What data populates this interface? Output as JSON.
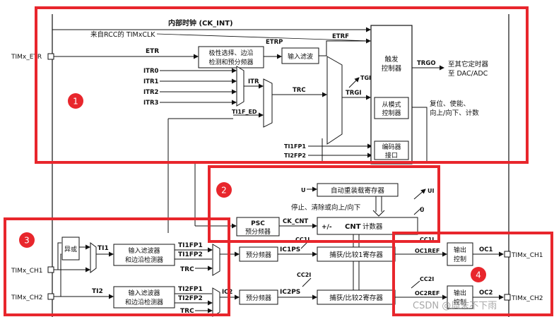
{
  "inputs": {
    "etr_pin": "TIMx_ETR",
    "ch1_pin": "TIMx_CH1",
    "ch2_pin": "TIMx_CH2"
  },
  "signals": {
    "internal_clock": "内部时钟 (CK_INT)",
    "rcc_clock": "来自RCC的 TIMxCLK",
    "etr": "ETR",
    "etrp": "ETRP",
    "etrf": "ETRF",
    "itr0": "ITR0",
    "itr1": "ITR1",
    "itr2": "ITR2",
    "itr3": "ITR3",
    "itr": "ITR",
    "trc": "TRC",
    "tgi": "TGI",
    "trgi": "TRGI",
    "ti1f_ed": "TI1F_ED",
    "ti1fp1_in": "TI1FP1",
    "ti2fp2_in": "TI2FP2",
    "trgo": "TRGO",
    "ck_cnt": "CK_CNT",
    "u_top": "U",
    "ui": "UI",
    "u_mid": "U",
    "cc1i_top": "CC1I",
    "cc1i_right": "CC1I",
    "cc2i": "CC2I",
    "ti1": "TI1",
    "ti2": "TI2",
    "ti1fp1": "TI1FP1",
    "ti1fp2": "TI1FP2",
    "trc_ch1": "TRC",
    "ti2fp1": "TI2FP1",
    "ti2fp2": "TI2FP2",
    "trc_ch2": "TRC",
    "ic1ps": "IC1PS",
    "ic2ps": "IC2PS",
    "ic2": "IC2",
    "oc1ref": "OC1REF",
    "oc2ref": "OC2REF",
    "oc1": "OC1",
    "oc2": "OC2",
    "out_ch1": "TIMx_CH1",
    "out_ch2": "TIMx_CH2"
  },
  "blocks": {
    "polarity": [
      "极性选择、边沿",
      "检测和预分频器"
    ],
    "input_filter": "输入滤波",
    "trigger_controller": [
      "触发",
      "控制器"
    ],
    "slave_controller": [
      "从模式",
      "控制器"
    ],
    "encoder": [
      "编码器",
      "接口"
    ],
    "auto_reload": "自动重装载寄存器",
    "stop_clear": "停止、清除或向上/向下",
    "psc": [
      "PSC",
      "预分频器"
    ],
    "cnt_sign": "+/-",
    "cnt": "CNT",
    "cnt_suffix": "计数器",
    "xor": "异或",
    "filter_ch1": [
      "输入滤波器",
      "和边沿检测器"
    ],
    "filter_ch2": [
      "输入滤波器",
      "和边沿检测器"
    ],
    "prescaler_1": "预分频器",
    "prescaler_2": "预分频器",
    "capture_compare_1": "捕获/比较1寄存器",
    "capture_compare_2": "捕获/比较2寄存器",
    "output_control_1": [
      "输出",
      "控制"
    ],
    "output_control_2": [
      "输出",
      "控制"
    ]
  },
  "annotations": {
    "trgo_dest": [
      "至其它定时器",
      "至 DAC/ADC"
    ],
    "slave_modes": [
      "复位、使能、",
      "向上/向下、计数"
    ]
  },
  "highlights": [
    {
      "label": "1"
    },
    {
      "label": "2"
    },
    {
      "label": "3"
    },
    {
      "label": "4"
    }
  ],
  "watermark": "CSDN @周末不下雨",
  "colors": {
    "highlight": "#e8262c",
    "badge": "#e8262c",
    "line": "#111111",
    "block_fill": "#ffffff"
  }
}
